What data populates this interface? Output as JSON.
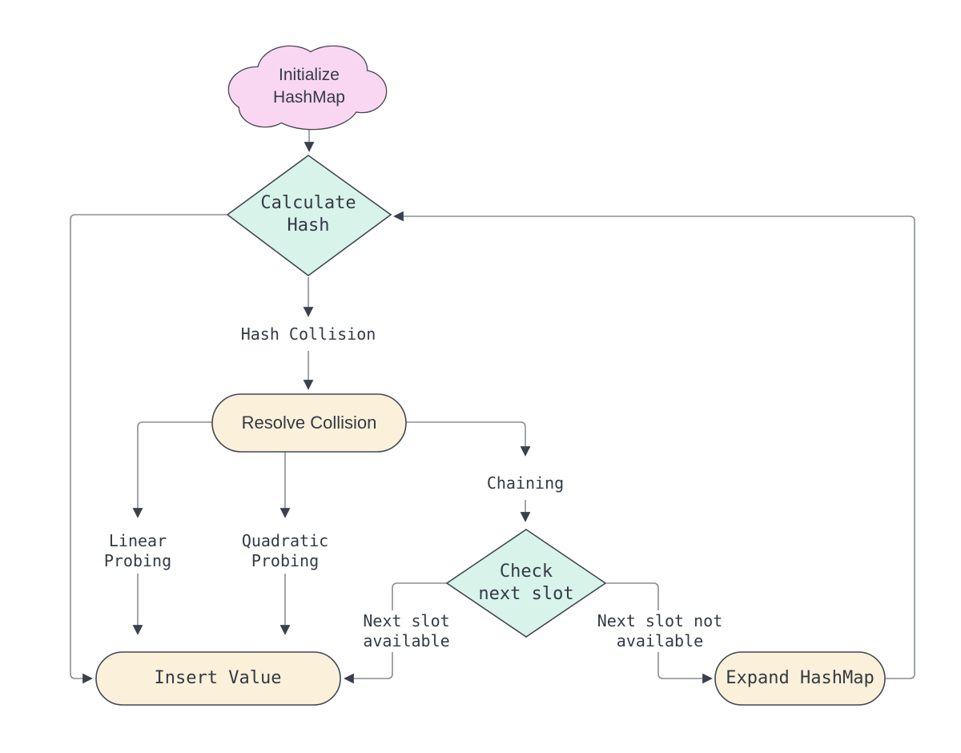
{
  "nodes": {
    "initialize": {
      "label": "Initialize\nHashMap",
      "type": "cloud"
    },
    "calculate_hash": {
      "label": "Calculate\nHash",
      "type": "decision"
    },
    "resolve_collision": {
      "label": "Resolve Collision",
      "type": "process"
    },
    "check_next_slot": {
      "label": "Check\nnext slot",
      "type": "decision"
    },
    "insert_value": {
      "label": "Insert Value",
      "type": "process"
    },
    "expand_hashmap": {
      "label": "Expand HashMap",
      "type": "process"
    }
  },
  "edge_labels": {
    "hash_collision": "Hash Collision",
    "linear_probing": "Linear\nProbing",
    "quadratic_probing": "Quadratic\nProbing",
    "chaining": "Chaining",
    "next_slot_available": "Next slot\navailable",
    "next_slot_not_available": "Next slot not\navailable"
  },
  "colors": {
    "cloud_fill": "#f9d7f2",
    "decision_fill": "#d8f3ea",
    "process_fill": "#fbf0d9",
    "shape_stroke": "#424853",
    "connector": "#8a8f96",
    "arrowhead": "#3a414c",
    "text": "#333a45"
  }
}
